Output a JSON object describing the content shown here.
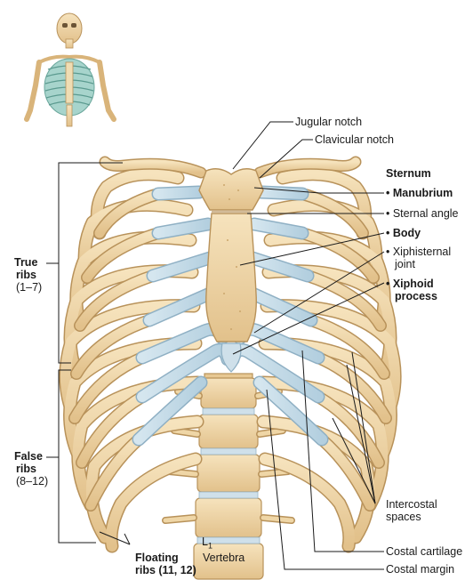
{
  "labels": {
    "jugular_notch": "Jugular notch",
    "clavicular_notch": "Clavicular notch",
    "sternum": "Sternum",
    "manubrium": "• Manubrium",
    "sternal_angle": "• Sternal angle",
    "body": "• Body",
    "xiphisternal_joint_1": "• Xiphisternal",
    "xiphisternal_joint_2": "joint",
    "xiphoid_process_1": "• Xiphoid",
    "xiphoid_process_2": "process",
    "true_ribs_1": "True",
    "true_ribs_2": "ribs",
    "true_ribs_3": "(1–7)",
    "false_ribs_1": "False",
    "false_ribs_2": "ribs",
    "false_ribs_3": "(8–12)",
    "floating_ribs_1": "Floating",
    "floating_ribs_2": "ribs (11, 12)",
    "intercostal_1": "Intercostal",
    "intercostal_2": "spaces",
    "costal_cartilage": "Costal cartilage",
    "costal_margin": "Costal margin",
    "vertebra_l": "L",
    "vertebra_sub": "1",
    "vertebra_name": "Vertebra"
  },
  "colors": {
    "bone": "#efd6a6",
    "bone_outline": "#b8925a",
    "bone_shade": "#d9b47a",
    "cartilage": "#c4dbe8",
    "cartilage_outline": "#8fb0c4",
    "leader": "#1a1a1a"
  }
}
